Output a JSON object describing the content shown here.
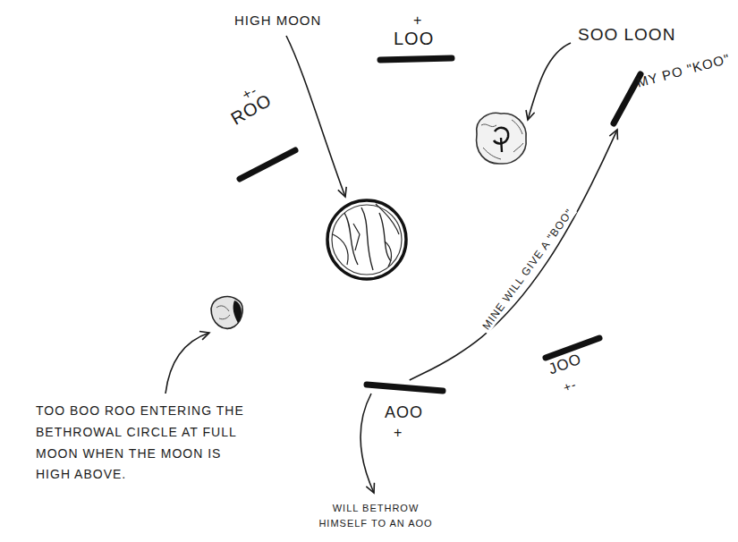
{
  "diagram": {
    "nodes": [
      {
        "text": [
          "+",
          "LOO"
        ]
      },
      {
        "text": [
          "+-",
          "ROO"
        ]
      },
      {
        "text": [
          "MY PO \"KOO\""
        ]
      },
      {
        "text": [
          "JOO",
          "+-"
        ]
      },
      {
        "text": [
          "AOO",
          "+"
        ]
      }
    ],
    "edges": [
      {
        "from": 4,
        "to": 2,
        "arrow": "to",
        "label": "MINE WILL GIVE A \"BOO\""
      }
    ],
    "labels": [
      "HIGH MOON",
      "SOO LOON",
      "TOO BOO ROO ENTERING THE BETHROWAL CIRCLE AT FULL MOON WHEN THE MOON IS HIGH ABOVE.",
      "WILL BETHROW HIMSELF TO AN AOO"
    ]
  }
}
